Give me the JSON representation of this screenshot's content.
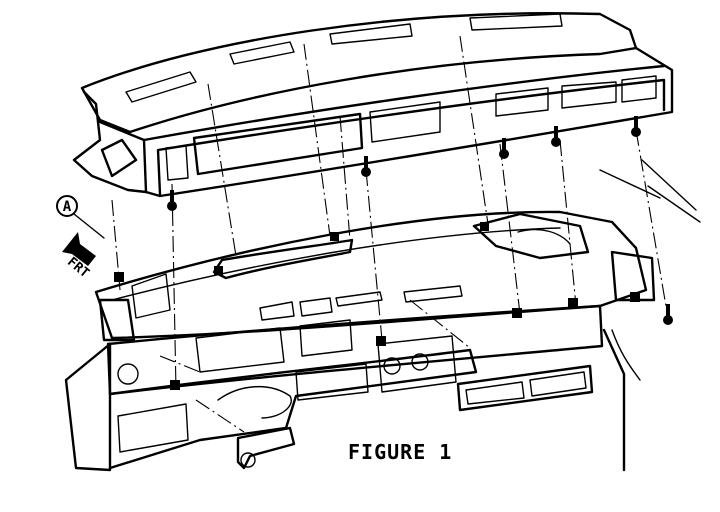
{
  "figure": {
    "caption": "FIGURE 1",
    "callout_letter": "A",
    "arrow_label": "FRT"
  },
  "colors": {
    "ink": "#000000",
    "paper": "#ffffff"
  }
}
